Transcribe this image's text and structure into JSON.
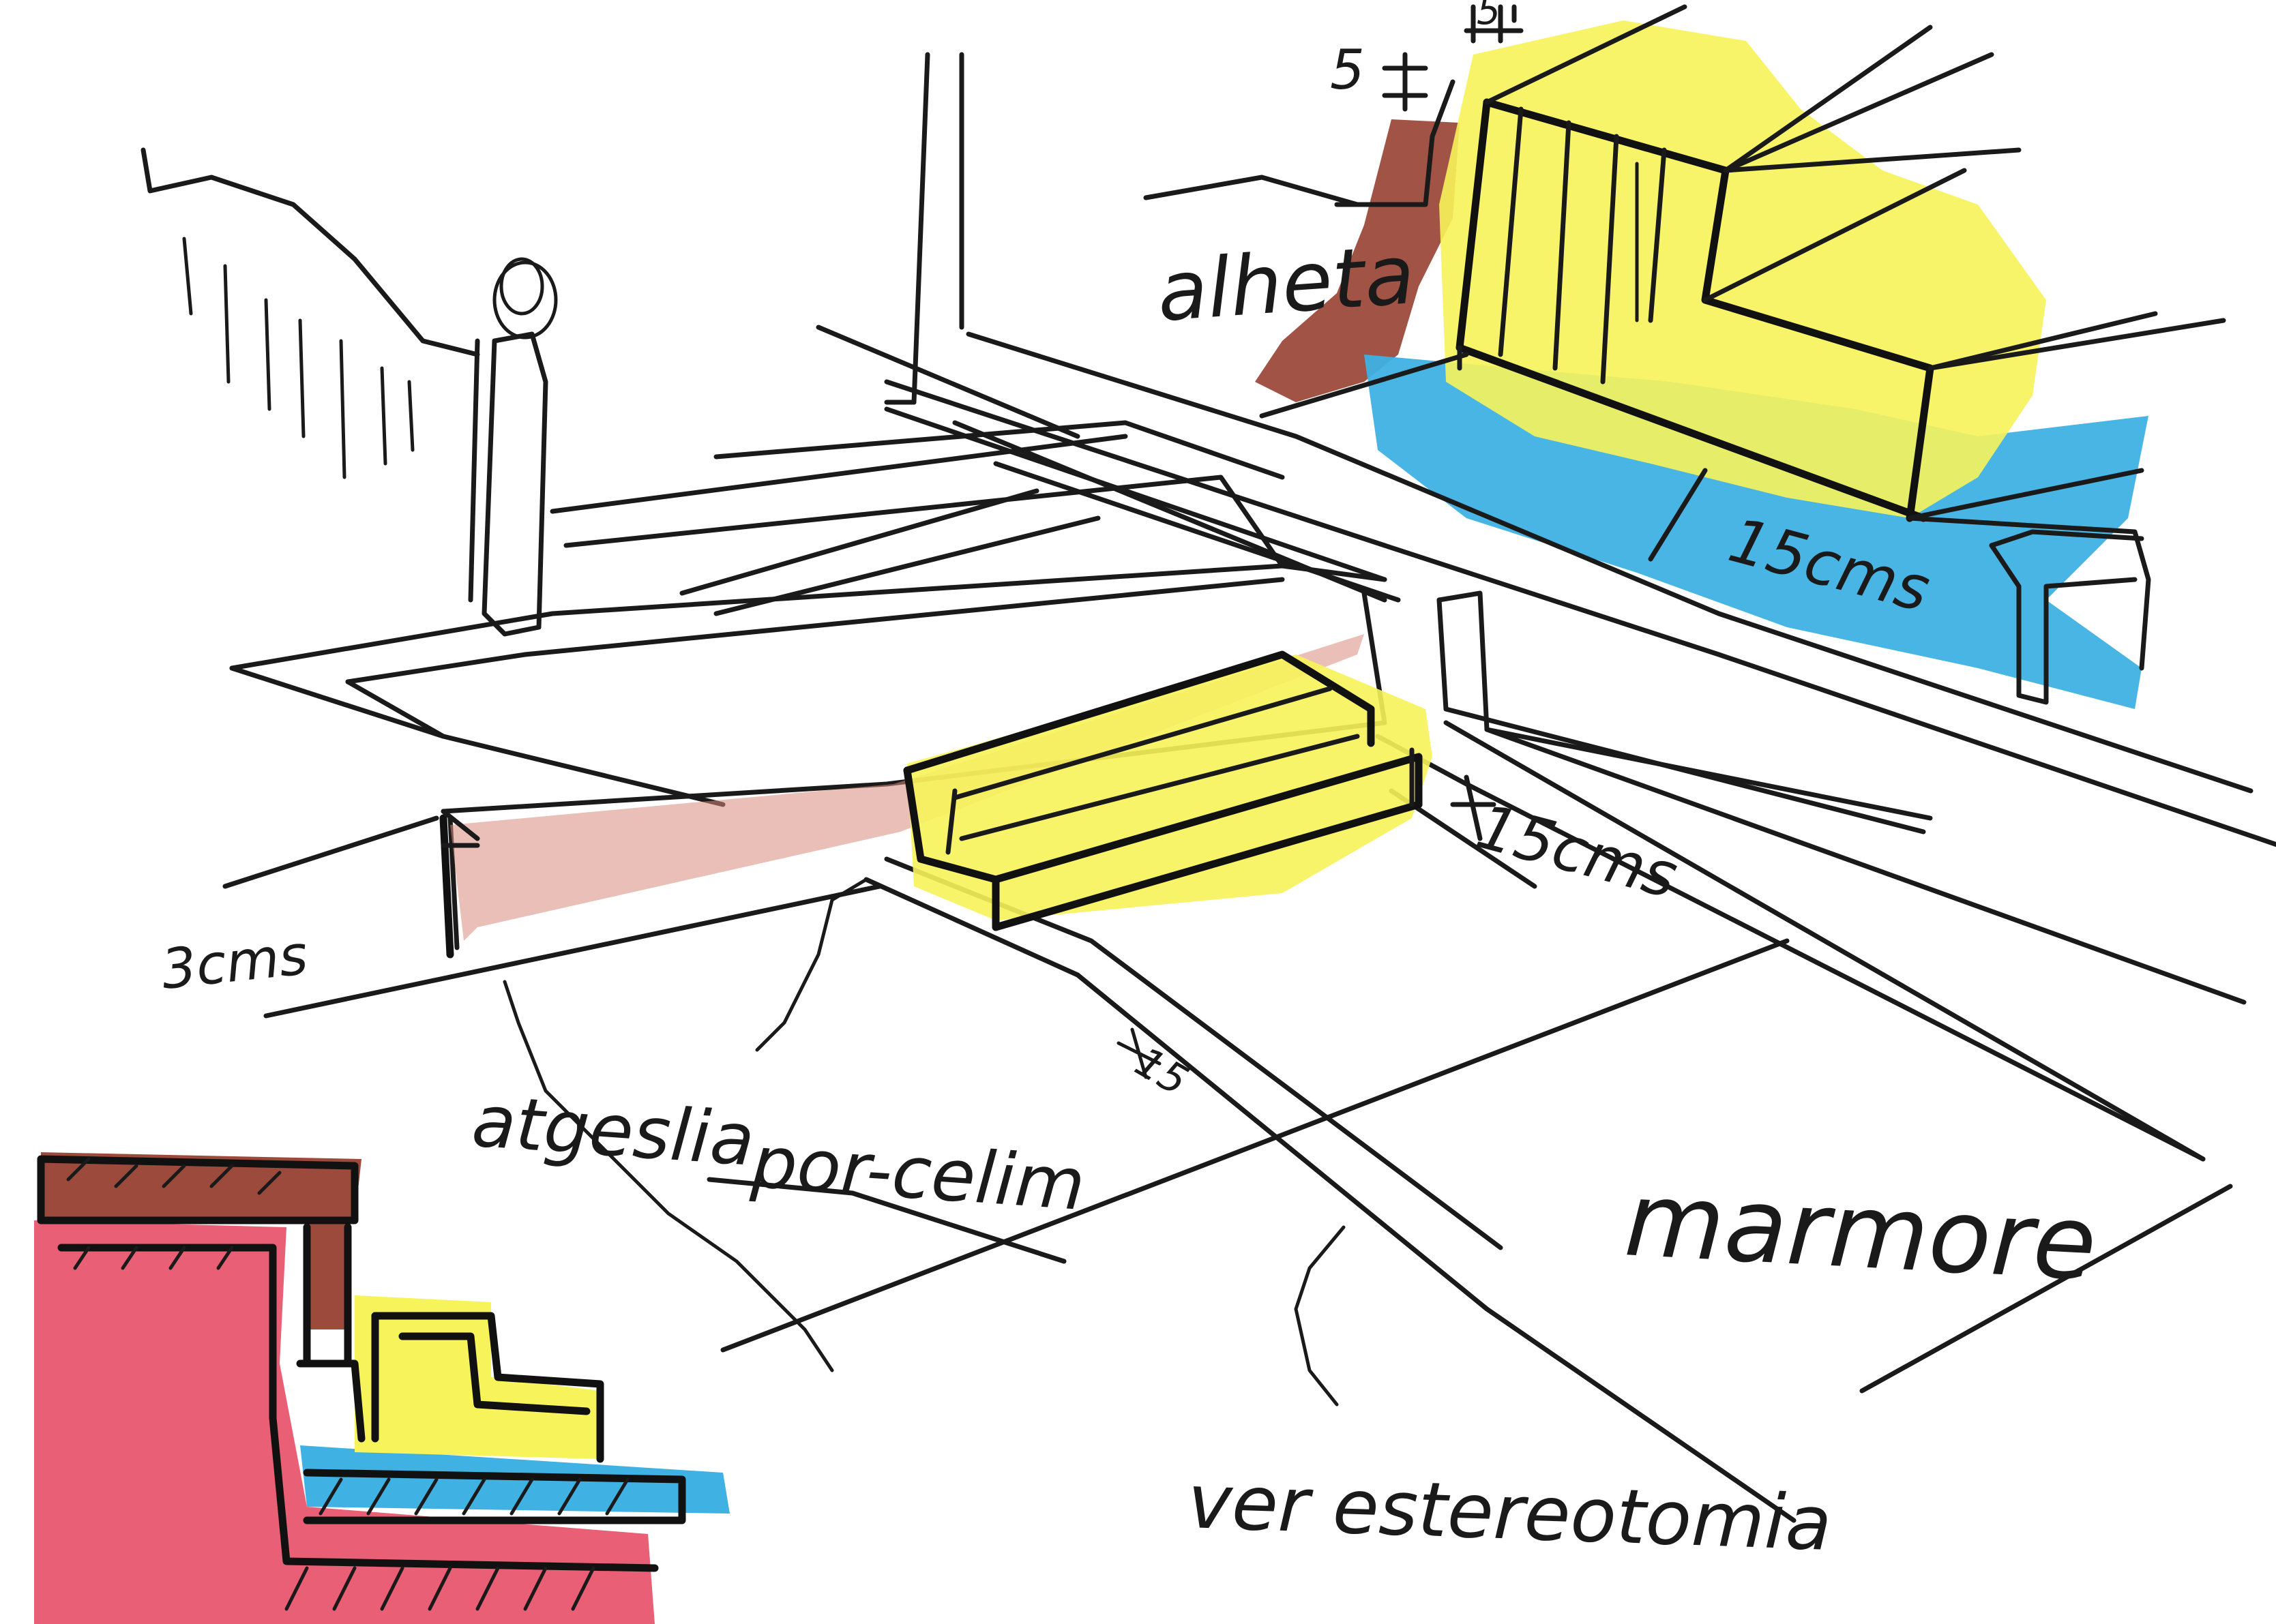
{
  "annotations": {
    "alheta": "alheta",
    "dim_five": "5",
    "dim_top": "5",
    "riser_upper": "15cms",
    "riser_lower": "15cms",
    "slab_height": "3cms",
    "tread_mark": "15",
    "atgeslia": "atgeslia",
    "porcelain": "por-celim",
    "marble": "marmore",
    "stereotomy": "ver estereotomia"
  },
  "colors": {
    "stone_yellow": "#f7f35a",
    "water_blue": "#3fb1e3",
    "timber_brown": "#9c4a3b",
    "wall_red": "#e8566e",
    "pencil_red": "#d98a7c"
  }
}
